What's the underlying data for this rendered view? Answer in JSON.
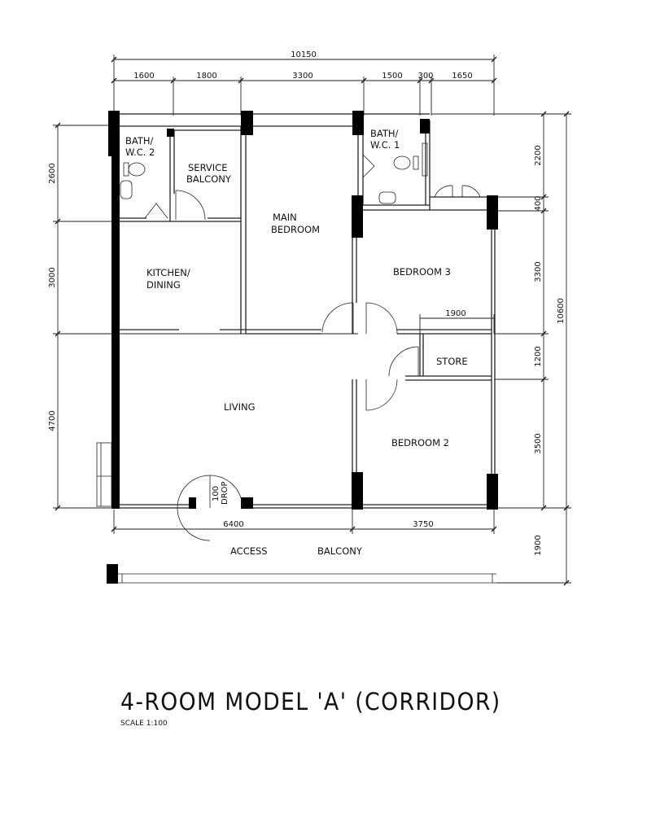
{
  "title": "4-ROOM MODEL 'A' (CORRIDOR)",
  "scale": "SCALE   1:100",
  "dimensions": {
    "overall_width": "10150",
    "top_segments": [
      "1600",
      "1800",
      "3300",
      "1500",
      "300",
      "1650"
    ],
    "left_segments": [
      "2600",
      "3000",
      "4700"
    ],
    "right_segments": [
      "2200",
      "400",
      "3300",
      "1200",
      "3500"
    ],
    "overall_depth": "10600",
    "corridor_depth": "1900",
    "bottom_segments": [
      "6400",
      "3750"
    ],
    "store_width": "1900"
  },
  "rooms": {
    "bath2_line1": "BATH/",
    "bath2_line2": "W.C. 2",
    "service_line1": "SERVICE",
    "service_line2": "BALCONY",
    "main_line1": "MAIN",
    "main_line2": "BEDROOM",
    "bath1_line1": "BATH/",
    "bath1_line2": "W.C. 1",
    "kitchen_line1": "KITCHEN/",
    "kitchen_line2": "DINING",
    "bedroom3": "BEDROOM 3",
    "store": "STORE",
    "living": "LIVING",
    "bedroom2": "BEDROOM 2",
    "drop_line1": "100",
    "drop_line2": "DROP",
    "access": "ACCESS",
    "balcony": "BALCONY"
  }
}
